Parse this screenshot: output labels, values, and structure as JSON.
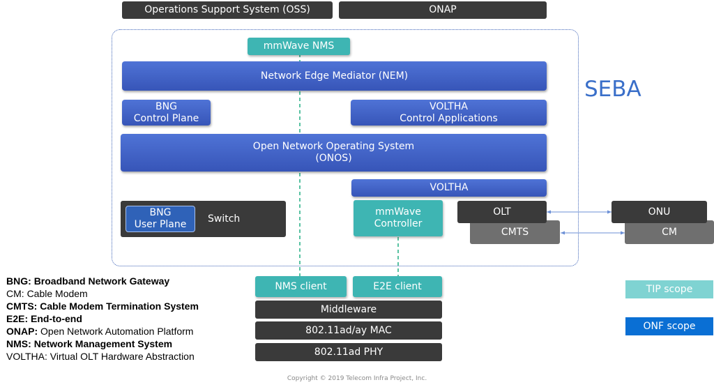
{
  "top": {
    "oss": "Operations Support System (OSS)",
    "onap": "ONAP"
  },
  "seba": {
    "label": "SEBA",
    "mmwave_nms": "mmWave NMS",
    "nem": "Network Edge Mediator (NEM)",
    "bng_cp": "BNG\nControl Plane",
    "voltha_apps": "VOLTHA\nControl Applications",
    "onos": "Open Network Operating System\n(ONOS)",
    "voltha": "VOLTHA",
    "bng_up": "BNG\nUser Plane",
    "switch": "Switch",
    "mmwave_controller": "mmWave\nController",
    "olt": "OLT",
    "cmts": "CMTS"
  },
  "external": {
    "onu": "ONU",
    "cm": "CM"
  },
  "stack": {
    "nms_client": "NMS client",
    "e2e_client": "E2E client",
    "middleware": "Middleware",
    "mac": "802.11ad/ay MAC",
    "phy": "802.11ad PHY"
  },
  "scope": {
    "tip": "TIP scope",
    "onf": "ONF scope"
  },
  "legend": [
    {
      "term": "BNG",
      "sep": ": ",
      "desc": "Broadband Network Gateway",
      "term_bold": true,
      "desc_bold": true
    },
    {
      "term": "CM",
      "sep": ": ",
      "desc": "Cable Modem",
      "term_bold": false,
      "desc_bold": false
    },
    {
      "term": "CMTS",
      "sep": ": ",
      "desc": "Cable Modem Termination System",
      "term_bold": true,
      "desc_bold": true
    },
    {
      "term": "E2E",
      "sep": ": ",
      "desc": "End-to-end",
      "term_bold": true,
      "desc_bold": true
    },
    {
      "term": "ONAP",
      "sep": ": ",
      "desc": "Open Network Automation Platform",
      "term_bold": true,
      "desc_bold": false
    },
    {
      "term": "NMS",
      "sep": ": ",
      "desc": "Network Management System",
      "term_bold": true,
      "desc_bold": true
    },
    {
      "term": "VOLTHA",
      "sep": ": ",
      "desc": "Virtual OLT Hardware Abstraction",
      "term_bold": false,
      "desc_bold": false
    }
  ],
  "copyright": "Copyright © 2019 Telecom Infra Project, Inc."
}
